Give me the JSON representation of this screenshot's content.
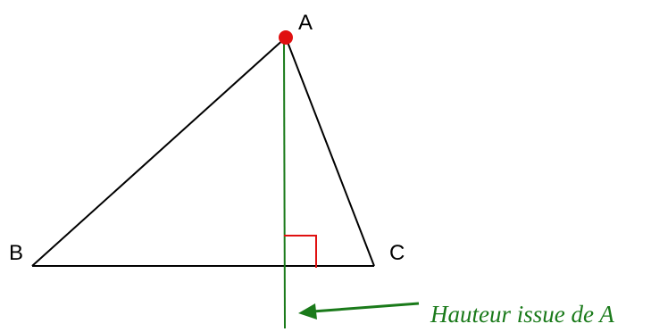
{
  "labels": {
    "vertex_a": "A",
    "vertex_b": "B",
    "vertex_c": "C",
    "altitude_caption": "Hauteur issue de A"
  },
  "colors": {
    "triangle": "#000000",
    "altitude": "#1a7a1a",
    "right_angle": "#e01010",
    "point_a": "#e01010"
  }
}
